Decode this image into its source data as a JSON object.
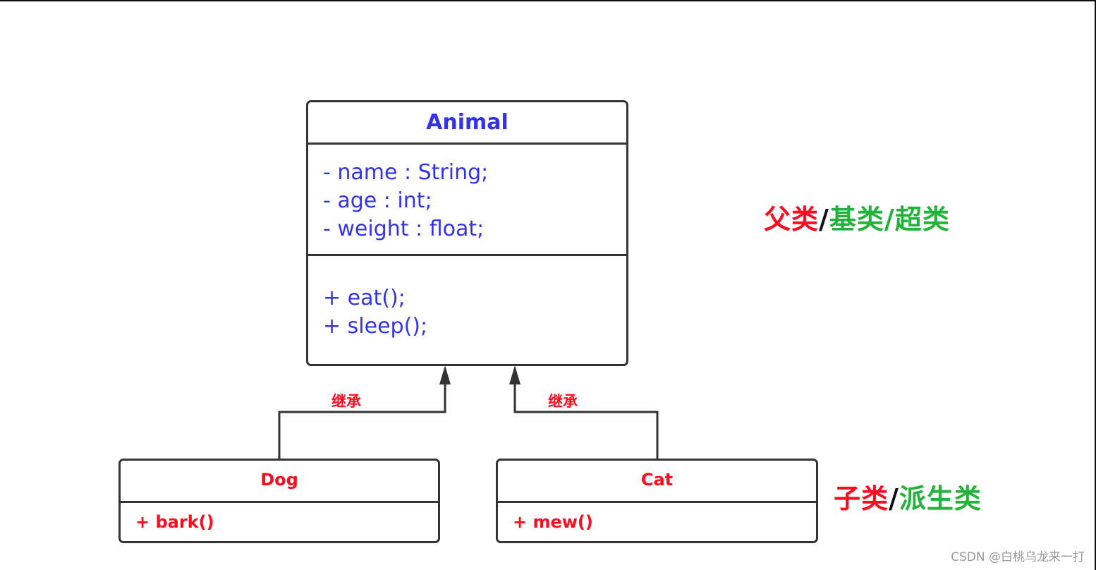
{
  "diagram": {
    "type": "uml-class-inheritance",
    "parent_class": {
      "name": "Animal",
      "attributes": [
        "- name : String;",
        "- age : int;",
        "- weight : float;"
      ],
      "methods": [
        "+ eat();",
        "+ sleep();"
      ],
      "text_color": "#3333ee"
    },
    "child_classes": [
      {
        "name": "Dog",
        "methods": [
          "+ bark()"
        ],
        "text_color": "#ff0a1e"
      },
      {
        "name": "Cat",
        "methods": [
          "+ mew()"
        ],
        "text_color": "#ff0a1e"
      }
    ],
    "relations": [
      {
        "from": "Dog",
        "to": "Animal",
        "label": "继承"
      },
      {
        "from": "Cat",
        "to": "Animal",
        "label": "继承"
      }
    ],
    "parent_label": {
      "part1": "父类",
      "sep1": "/",
      "part2": "基类",
      "sep2": "/",
      "part3": "超类"
    },
    "child_label": {
      "part1": "子类",
      "sep1": "/",
      "part2": "派生类"
    },
    "colors": {
      "red": "#ff0a1e",
      "green": "#22b33a",
      "blue": "#3333ee",
      "border": "#333333"
    }
  },
  "watermark": "CSDN @白桃乌龙来一打"
}
